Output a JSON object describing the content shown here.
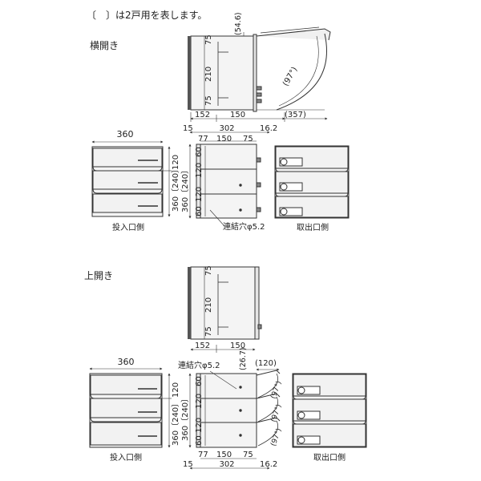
{
  "note": "〔　〕は2戸用を表します。",
  "sections": {
    "side": "横開き",
    "top": "上開き"
  },
  "view_labels": {
    "insert_side": "投入口側",
    "takeout_side": "取出口側"
  },
  "holes": "連結穴φ5.2",
  "side_open": {
    "top_view": {
      "d_top": "75",
      "d_mid": "210",
      "d_bot": "75",
      "w_left": "152",
      "w_right": "150",
      "d_546": "(54.6)",
      "angle": "(97°)",
      "arc_w": "(357)"
    },
    "front": {
      "width": "360",
      "h_120": "120",
      "h_360": "360〔240〕"
    },
    "back": {
      "w15": "15",
      "w302": "302",
      "w162": "16.2",
      "w77": "77",
      "w150": "150",
      "w75": "75",
      "h60a": "60",
      "h120a": "120",
      "h120b": "120",
      "h120c": "120",
      "h60b": "60",
      "h360": "360〔240〕"
    }
  },
  "top_open": {
    "top_view": {
      "d_top": "75",
      "d_mid": "210",
      "d_bot": "75",
      "w_left": "152",
      "w_right": "150"
    },
    "front": {
      "width": "360",
      "h_120": "120",
      "h_360": "360〔240〕"
    },
    "back": {
      "d_267": "(26.7)",
      "d_120": "(120)",
      "angle": "(97°)",
      "w15": "15",
      "w302": "302",
      "w162": "16.2",
      "w77": "77",
      "w150": "150",
      "w75": "75",
      "h60a": "60",
      "h120a": "120",
      "h120b": "120",
      "h120c": "120",
      "h60b": "60",
      "h360": "360〔240〕"
    }
  }
}
